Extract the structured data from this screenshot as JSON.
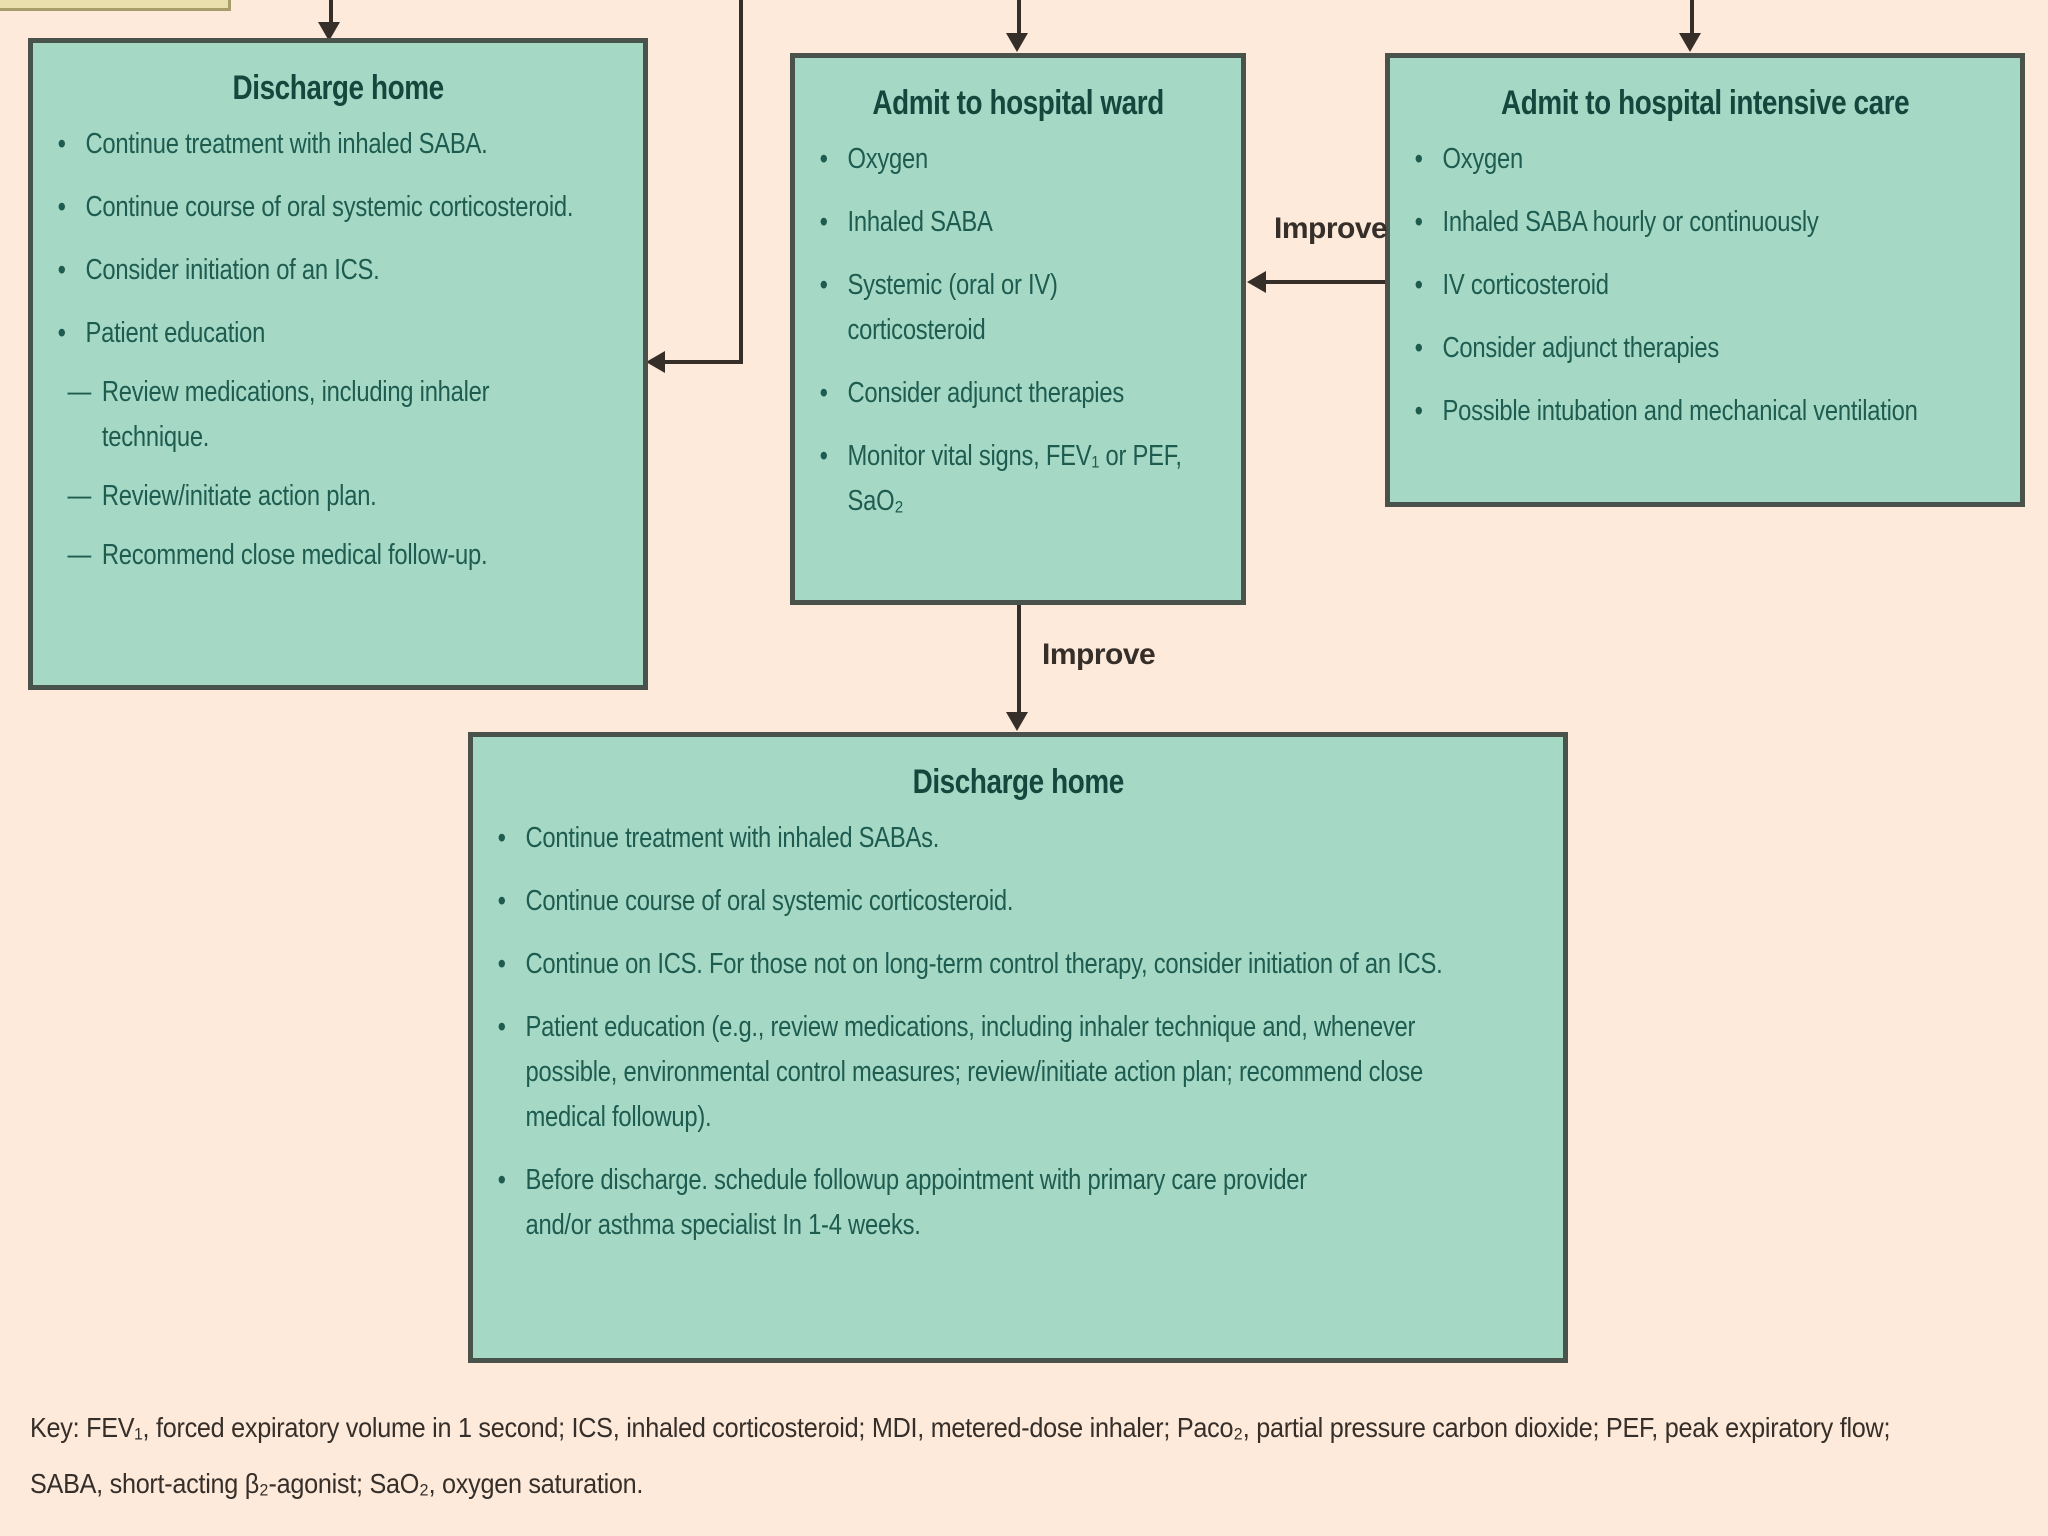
{
  "palette": {
    "background": "#fdeadb",
    "box_fill": "#a6d8c6",
    "box_border": "#49524b",
    "box_text": "#1e5c4f",
    "title_text": "#16473d",
    "arrow_color": "#362f29",
    "label_color": "#362f29",
    "fragment_fill": "#e9e0ae",
    "fragment_border": "#a79d6b"
  },
  "boxes": {
    "discharge_home_left": {
      "title": "Discharge home",
      "items": [
        {
          "level": 1,
          "text": "Continue treatment with inhaled SABA."
        },
        {
          "level": 1,
          "text": "Continue course of oral systemic corticosteroid."
        },
        {
          "level": 1,
          "text": "Consider initiation of an ICS."
        },
        {
          "level": 1,
          "text": "Patient education"
        },
        {
          "level": 2,
          "text": "Review medications, including inhaler\ntechnique."
        },
        {
          "level": 2,
          "text": "Review/initiate action plan."
        },
        {
          "level": 2,
          "text": "Recommend close medical follow-up."
        }
      ]
    },
    "admit_ward": {
      "title": "Admit to hospital ward",
      "items": [
        {
          "level": 1,
          "text": "Oxygen"
        },
        {
          "level": 1,
          "text": "Inhaled SABA"
        },
        {
          "level": 1,
          "text": "Systemic (oral or IV)\ncorticosteroid"
        },
        {
          "level": 1,
          "text": "Consider adjunct therapies"
        },
        {
          "level": 1,
          "text": "Monitor vital signs, FEV₁ or PEF,\nSaO₂"
        }
      ]
    },
    "admit_intensive_care": {
      "title": "Admit to hospital intensive care",
      "items": [
        {
          "level": 1,
          "text": "Oxygen"
        },
        {
          "level": 1,
          "text": "Inhaled SABA hourly or continuously"
        },
        {
          "level": 1,
          "text": "IV corticosteroid"
        },
        {
          "level": 1,
          "text": "Consider adjunct therapies"
        },
        {
          "level": 1,
          "text": "Possible intubation and mechanical ventilation"
        }
      ]
    },
    "discharge_home_bottom": {
      "title": "Discharge home",
      "items": [
        {
          "level": 1,
          "text": "Continue treatment with inhaled SABAs."
        },
        {
          "level": 1,
          "text": "Continue course of oral systemic corticosteroid."
        },
        {
          "level": 1,
          "text": "Continue on ICS. For those not on long-term control therapy, consider initiation of an ICS."
        },
        {
          "level": 1,
          "text": "Patient education (e.g., review medications, including inhaler technique and, whenever\npossible, environmental control measures; review/initiate action plan; recommend close\nmedical followup)."
        },
        {
          "level": 1,
          "text": "Before discharge. schedule followup appointment with primary care provider\nand/or asthma specialist In 1-4 weeks."
        }
      ]
    }
  },
  "labels": {
    "improve_horizontal": "Improve",
    "improve_vertical": "Improve"
  },
  "key_text": "Key: FEV₁, forced expiratory volume in 1 second; ICS, inhaled corticosteroid; MDI, metered-dose inhaler; Paco₂, partial pressure carbon dioxide; PEF, peak expiratory flow;\nSABA, short-acting β₂-agonist; SaO₂, oxygen saturation."
}
